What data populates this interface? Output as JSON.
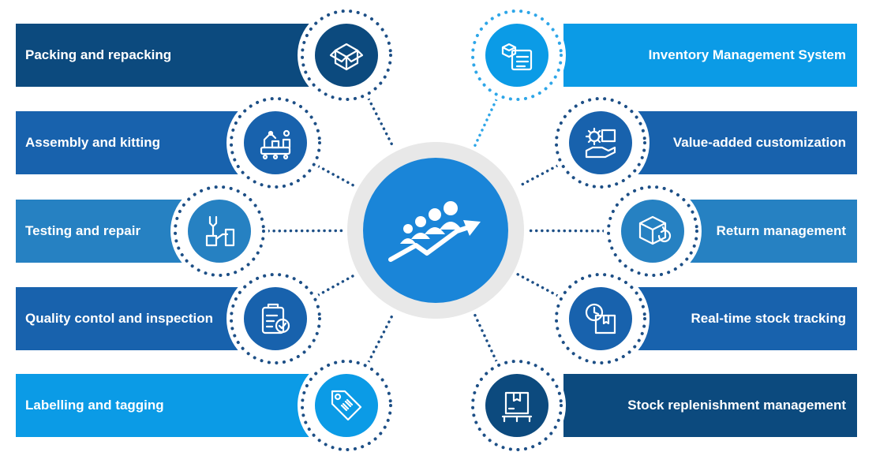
{
  "colors": {
    "navy": "#0c4a7e",
    "mid_blue": "#1862ad",
    "bright_blue": "#0b9be6",
    "steel_blue": "#2681c2",
    "center_blue": "#1a85d8",
    "ring_gray": "#e8e8e8",
    "dot_navy": "#1d4f86",
    "dot_light": "#2ea6e8"
  },
  "center": {
    "icon": "team-growth-arrow-icon"
  },
  "left_items": [
    {
      "label": "Packing and repacking",
      "icon": "open-box-icon",
      "color": "#0c4a7e",
      "dot": "#1d4f86"
    },
    {
      "label": "Assembly and kitting",
      "icon": "assembly-line-icon",
      "color": "#1862ad",
      "dot": "#1d4f86"
    },
    {
      "label": "Testing and repair",
      "icon": "wrench-hand-icon",
      "color": "#2681c2",
      "dot": "#1d4f86"
    },
    {
      "label": "Quality contol and inspection",
      "icon": "clipboard-check-icon",
      "color": "#1862ad",
      "dot": "#1d4f86"
    },
    {
      "label": "Labelling and tagging",
      "icon": "barcode-tag-icon",
      "color": "#0b9be6",
      "dot": "#1d4f86"
    }
  ],
  "right_items": [
    {
      "label": "Inventory Management System",
      "icon": "inventory-list-icon",
      "color": "#0b9be6",
      "dot": "#2ea6e8"
    },
    {
      "label": "Value-added customization",
      "icon": "gear-box-hand-icon",
      "color": "#1862ad",
      "dot": "#1d4f86"
    },
    {
      "label": "Return management",
      "icon": "box-return-icon",
      "color": "#2681c2",
      "dot": "#1d4f86"
    },
    {
      "label": "Real-time stock tracking",
      "icon": "clock-box-icon",
      "color": "#1862ad",
      "dot": "#1d4f86"
    },
    {
      "label": "Stock replenishment management",
      "icon": "pallet-box-icon",
      "color": "#0c4a7e",
      "dot": "#1d4f86"
    }
  ]
}
